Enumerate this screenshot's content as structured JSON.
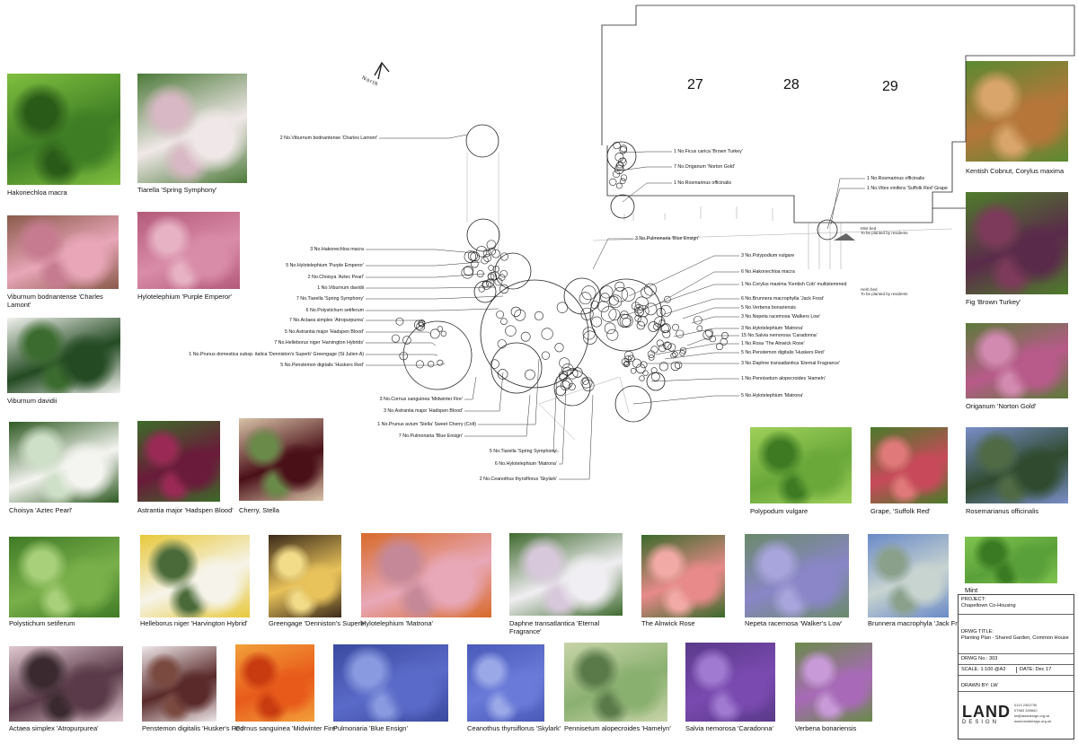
{
  "north": "North",
  "houses": [
    "27",
    "28",
    "29"
  ],
  "notes": {
    "mint": "Mint bed\nTo be planted by residents",
    "herb": "Herb bed\nTo be planted by residents"
  },
  "photos": [
    {
      "caption": "Hakonechloa macra",
      "colors": [
        "#3e7d24",
        "#7fbf3f",
        "#2a5a18"
      ]
    },
    {
      "caption": "Tiarella 'Spring Symphony'",
      "colors": [
        "#f0e8e8",
        "#4d7a3a",
        "#d8b8c4"
      ]
    },
    {
      "caption": "Viburnum bodnantense 'Charles Lamont'",
      "colors": [
        "#e8a6b8",
        "#8a5a4a",
        "#c67b90"
      ]
    },
    {
      "caption": "Hylotelephium 'Purple Emperor'",
      "colors": [
        "#d98ca8",
        "#b45a7a",
        "#e7b2c4"
      ]
    },
    {
      "caption": "Viburnum davidii",
      "colors": [
        "#234a22",
        "#f2f2ee",
        "#3b6b2e"
      ]
    },
    {
      "caption": "Kentish Cobnut, Corylus maxima",
      "colors": [
        "#b6763a",
        "#5a8a32",
        "#d9a56a"
      ]
    },
    {
      "caption": "Fig 'Brown Turkey'",
      "colors": [
        "#5a2a4a",
        "#4f7d2c",
        "#7d3a5a"
      ]
    },
    {
      "caption": "Origanum 'Norton Gold'",
      "colors": [
        "#b85a8a",
        "#5c7a3a",
        "#d28ab0"
      ]
    },
    {
      "caption": "Choisya 'Aztec Pearl'",
      "colors": [
        "#f4f4f0",
        "#2f5a23",
        "#cfe0c8"
      ]
    },
    {
      "caption": "Astrantia major 'Hadspen Blood'",
      "colors": [
        "#6a1a3a",
        "#3d6b2a",
        "#9a2a55"
      ]
    },
    {
      "caption": "Cherry, Stella",
      "colors": [
        "#4a1018",
        "#d8c2a8",
        "#6a8a4a"
      ]
    },
    {
      "caption": "Polypodum vulgare",
      "colors": [
        "#6aa83a",
        "#9fd05a",
        "#3d7a22"
      ]
    },
    {
      "caption": "Grape, 'Suffolk Red'",
      "colors": [
        "#c84a5a",
        "#4a7a2a",
        "#e07a7a"
      ]
    },
    {
      "caption": "Rosemarianus officinalis",
      "colors": [
        "#2f4a2e",
        "#7a8ec8",
        "#4f6a44"
      ]
    },
    {
      "caption": "Polystichum setiferum",
      "colors": [
        "#7ab04a",
        "#3f7a26",
        "#a8d07a"
      ]
    },
    {
      "caption": "Helleborus niger 'Harvington Hybrid'",
      "colors": [
        "#f6f4ea",
        "#e8c83a",
        "#4a6a3a"
      ]
    },
    {
      "caption": "Greengage 'Denniston's Superb'",
      "colors": [
        "#e8c25a",
        "#3a2a1a",
        "#f2dc8a"
      ]
    },
    {
      "caption": "Hylotelephium 'Matrona'",
      "colors": [
        "#e8a8b8",
        "#d86a2a",
        "#c48898"
      ]
    },
    {
      "caption": "Daphne transatlantica 'Eternal Fragrance'",
      "colors": [
        "#f0eef2",
        "#3f6a2e",
        "#d8c8dc"
      ]
    },
    {
      "caption": "The Alnwick Rose",
      "colors": [
        "#e88a8a",
        "#3a6a2a",
        "#f2aaa6"
      ]
    },
    {
      "caption": "Nepeta racemosa 'Walker's Low'",
      "colors": [
        "#8a86c8",
        "#6a8a6a",
        "#a8a4dc"
      ]
    },
    {
      "caption": "Brunnera macrophyla 'Jack Frost",
      "colors": [
        "#c8d4d0",
        "#6a8ac8",
        "#8aa08a"
      ]
    },
    {
      "caption": "Mint",
      "colors": [
        "#5aa03a",
        "#7fc44e",
        "#3a7a22"
      ]
    },
    {
      "caption": "Actaea simplex 'Atropurpurea'",
      "colors": [
        "#5a3a48",
        "#e0c8d0",
        "#3a2a30"
      ]
    },
    {
      "caption": "Penstemon digitalis 'Husker's Red'",
      "colors": [
        "#5a2a2a",
        "#efe8ea",
        "#7a4a40"
      ]
    },
    {
      "caption": "Cornus sanguinea 'Midwinter Fire'",
      "colors": [
        "#e85a1a",
        "#f2a03a",
        "#c83a10"
      ]
    },
    {
      "caption": "Pulmonaria 'Blue Ensign'",
      "colors": [
        "#5a6ac8",
        "#3a4aa0",
        "#8a9ae0"
      ]
    },
    {
      "caption": "Ceanothus thyrsiflorus 'Skylark'",
      "colors": [
        "#6a7ad8",
        "#4a5ab8",
        "#9aa8e8"
      ]
    },
    {
      "caption": "Pennisetum alopecroides 'Hamelyn'",
      "colors": [
        "#8ab070",
        "#c8d4a8",
        "#5a7a4a"
      ]
    },
    {
      "caption": "Salvia nemorosa 'Caradonna'",
      "colors": [
        "#7a4ab0",
        "#5a3a8a",
        "#a07ad0"
      ]
    },
    {
      "caption": "Verbena bonariensis",
      "colors": [
        "#a86ab8",
        "#6a8a4a",
        "#c89ad8"
      ]
    }
  ],
  "labels_left": [
    "2 No.Viburnum bodnantense 'Charles Lamont'",
    "3 No.Hakonechloa macra",
    "5 No.Hylotelephium 'Purple Emperor'",
    "2 No.Choisya 'Aztec Pearl'",
    "1 No.Viburnum davidii",
    "7 No.Tiarella 'Spring Symphony'",
    "6 No.Polystichum setiferum",
    "7 No.Actaea simplex 'Atropurpurea'",
    "5 No.Astrantia major 'Hadspen Blood'",
    "7 No.Helleborus niger 'Harvington Hybrids'",
    "1 No.Prunus domestica subsp. italica 'Denniston's Superb' Greengage (St Julien A)",
    "5 No.Penstemon digitalis 'Huskers Red'",
    "3 No.Cornus sanguinea 'Midwinter Fire'",
    "3 No.Astrantia major 'Hadspen Blood'",
    "1 No.Prunus avium 'Stella' Sweet Cherry (Colt)",
    "7 No.Pulmonaria 'Blue Ensign'",
    "5 No.Tiarella 'Spring Symphony'",
    "6 No.Hylotelephium 'Matrona'",
    "2 No.Ceanothus thyrsiflorus 'Skylark'"
  ],
  "labels_right": [
    "1 No.Ficus carica 'Brown Turkey'",
    "7 No.Origanum 'Norton Gold'",
    "1 No.Rosmarinus officinalis",
    "1 No.Rosmarinus officinalis",
    "1 No.Vites vinifera 'Suffolk Red' Grape",
    "3 No.Pulmonaria 'Blue Ensign'",
    "3 No.Polypodium vulgare",
    "6 No.Hakonechloa macra",
    "1 No.Corylus maxima 'Kentish Cob' multistemmed",
    "6 No.Brunnera macrophylla 'Jack Frost'",
    "5 No.Verbena bonariensis",
    "3 No.Nepeta racemosa 'Walkers Low'",
    "3 No.Hylotelephium 'Matrona'",
    "15 No.Salvia nemorosa 'Caradonna'",
    "1 No.Rosa 'The Alnwick Rose'",
    "5 No.Penstemon digitalis 'Huskers Red'",
    "3 No.Daphne transatlantica 'Eternal Fragrance'",
    "1 No.Pennisetum alopecroides 'Hameln'",
    "5 No.Hylotelephium 'Matrona'"
  ],
  "titleblock": {
    "project_label": "PROJECT:",
    "project": "Chapeltown Co-Housing",
    "drwg_title_label": "DRWG TITLE:",
    "drwg_title": "Planting Plan - Shared Garden, Common House",
    "drwg_no": "DRWG No.: 303",
    "scale": "SCALE: 1:100 @A2",
    "date": "DATE: Dec 17",
    "drawn_by": "DRAWN BY: LW",
    "logo": "LAND",
    "logo_sub": "DESIGN",
    "contacts": [
      "0113 2302730",
      "07983 349840",
      "lw@landdesign.org.uk",
      "www.landdesign.org.uk"
    ]
  }
}
